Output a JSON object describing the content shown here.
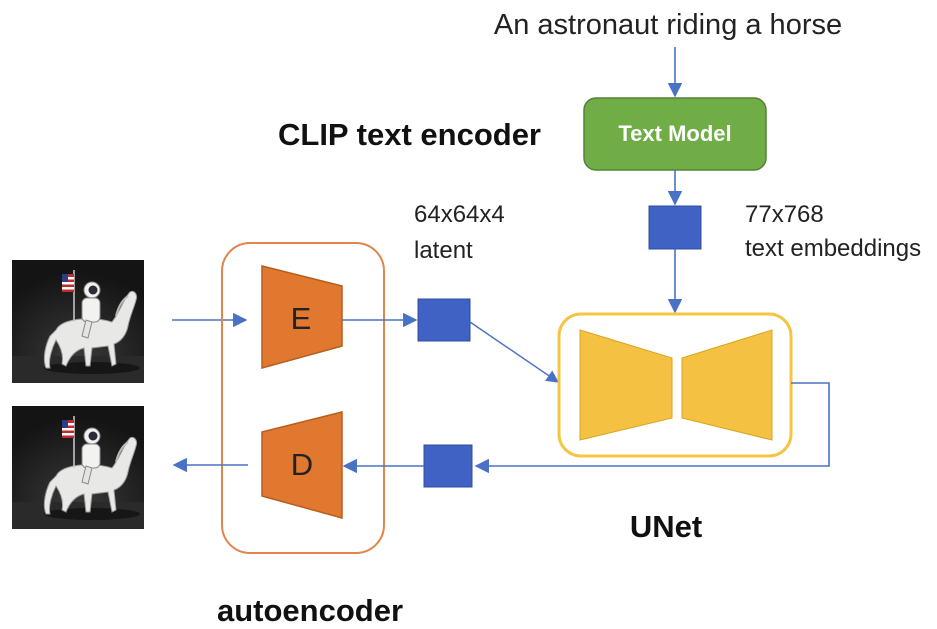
{
  "prompt": {
    "text": "An astronaut riding a horse"
  },
  "text_encoder": {
    "title": "CLIP text encoder",
    "model_label": "Text Model"
  },
  "text_embeddings": {
    "size": "77x768",
    "label": "text embeddings"
  },
  "latent": {
    "size": "64x64x4",
    "label": "latent"
  },
  "autoencoder": {
    "title": "autoencoder",
    "encoder_label": "E",
    "decoder_label": "D"
  },
  "unet": {
    "title": "UNet"
  },
  "colors": {
    "arrow": "#4a72c4",
    "latent_block": "#3f62c4",
    "text_model_fill": "#70ad47",
    "text_model_stroke": "#548235",
    "autoencoder_border": "#e0854b",
    "encoder_decoder_fill": "#e0782f",
    "encoder_decoder_stroke": "#b85e1f",
    "unet_border": "#f5c542",
    "unet_fill": "#f4c143",
    "image_background": "#1c1c1c"
  },
  "icons": {
    "input_image": "astronaut-on-horse-image",
    "output_image": "astronaut-on-horse-image"
  }
}
